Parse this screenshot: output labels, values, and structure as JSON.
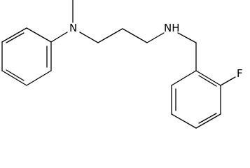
{
  "molecule": {
    "atoms": {
      "n_methyl_anilino": "N",
      "n_amine": "NH",
      "fluorine": "F"
    },
    "colors": {
      "bond": "#000000",
      "label": "#000000",
      "background": "#ffffff"
    }
  }
}
